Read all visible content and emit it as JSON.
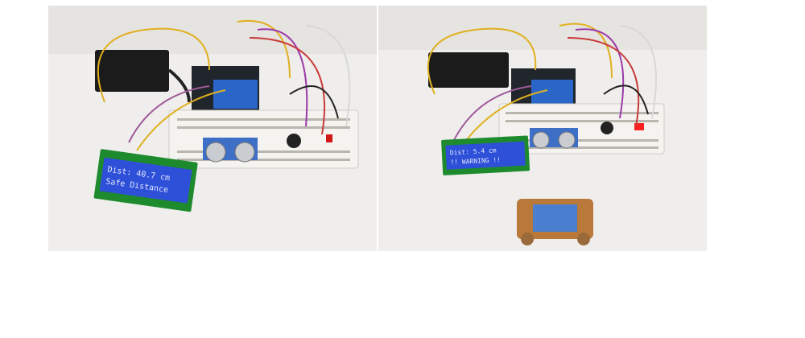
{
  "photos": [
    {
      "lcd_line1": "Dist: 40.7 cm",
      "lcd_line2": "Safe Distance",
      "led_color": "#d01818"
    },
    {
      "lcd_line1": "Dist: 5.4 cm",
      "lcd_line2": "!! WARNING !!",
      "led_color": "#ff2020"
    }
  ],
  "colors": {
    "lcd_background": "#2e4fd8",
    "lcd_text": "#dfe8ff",
    "pcb_green": "#1e8a2e",
    "wall": "#e6e4e0",
    "table": "#efeeec"
  }
}
